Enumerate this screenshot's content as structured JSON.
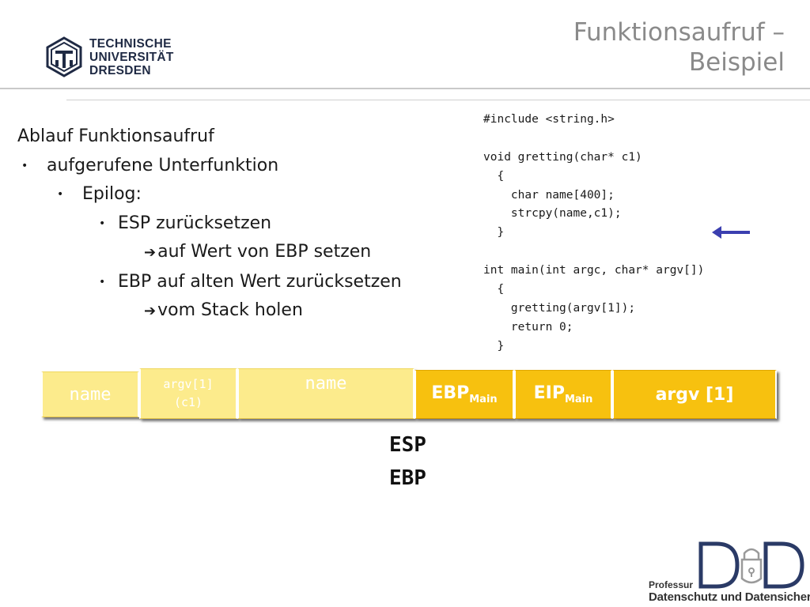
{
  "header": {
    "logo_lines": [
      "TECHNISCHE",
      "UNIVERSITÄT",
      "DRESDEN"
    ],
    "title_lines": [
      "Funktionsaufruf –",
      "Beispiel"
    ]
  },
  "outline": [
    {
      "level": 0,
      "text": "Ablauf Funktionsaufruf"
    },
    {
      "level": 1,
      "text": "aufgerufene Unterfunktion"
    },
    {
      "level": 2,
      "text": "Epilog:"
    },
    {
      "level": 3,
      "text": "ESP zurücksetzen"
    },
    {
      "level": 4,
      "text": "auf Wert von EBP setzen"
    },
    {
      "level": 3,
      "text": "EBP auf alten Wert zurücksetzen"
    },
    {
      "level": 4,
      "text": "vom Stack holen"
    }
  ],
  "bullet_glyph": "•",
  "arrow_glyph": "➔",
  "code_lines": [
    "#include <string.h>",
    "",
    "void gretting(char* c1)",
    "  {",
    "    char name[400];",
    "    strcpy(name,c1);",
    "  }",
    "",
    "int main(int argc, char* argv[])",
    "  {",
    "    gretting(argv[1]);",
    "    return 0;",
    "  }"
  ],
  "stack": [
    {
      "name": "cell-name-1",
      "style": "pale",
      "kind": "name",
      "text": "name"
    },
    {
      "name": "cell-argv-c1",
      "style": "pale",
      "kind": "small",
      "lines": [
        "argv[1]",
        "(c1)"
      ]
    },
    {
      "name": "cell-name-2",
      "style": "pale",
      "kind": "name",
      "text": "name"
    },
    {
      "name": "cell-ebp-main",
      "style": "gold",
      "kind": "bold",
      "text": "EBP",
      "sub": "Main"
    },
    {
      "name": "cell-eip-main",
      "style": "gold",
      "kind": "bold",
      "text": "EIP",
      "sub": "Main"
    },
    {
      "name": "cell-argv1",
      "style": "gold",
      "kind": "bold",
      "text": "argv [1]"
    }
  ],
  "registers": [
    "ESP",
    "EBP"
  ],
  "footer": {
    "logo_letters": "DuD",
    "professur": "Professur",
    "chair": "Datenschutz und Datensicherheit"
  },
  "colors": {
    "accent_gold": "#f7c10f",
    "pale_gold": "#fceb8c",
    "arrow_blue": "#3b3fb0",
    "title_gray": "#8a8a8a"
  }
}
